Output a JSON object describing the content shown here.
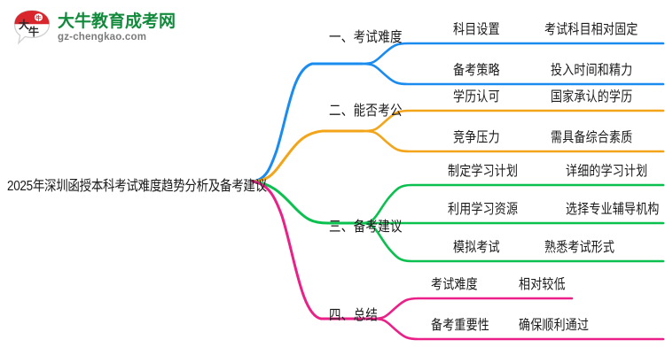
{
  "logo": {
    "icon": "speech-bubble-logo-icon",
    "mark_text": "大牛",
    "title_cn": "大牛教育成考网",
    "title_en": "gz-chengkao.com",
    "color_cn": "#128a3c",
    "color_mark_top": "#d8262c",
    "color_en": "#7b7b7b"
  },
  "mindmap": {
    "root": {
      "label": "2025年深圳函授本科考试难度趋势分析及备考建议"
    },
    "branches": [
      {
        "id": "branch-1",
        "label": "一、考试难度",
        "color": "#1a8cf0",
        "children": [
          {
            "label": "科目设置",
            "detail": "考试科目相对固定"
          },
          {
            "label": "备考策略",
            "detail": "投入时间和精力"
          }
        ]
      },
      {
        "id": "branch-2",
        "label": "二、能否考公",
        "color": "#f2a518",
        "children": [
          {
            "label": "学历认可",
            "detail": "国家承认的学历"
          },
          {
            "label": "竞争压力",
            "detail": "需具备综合素质"
          }
        ]
      },
      {
        "id": "branch-3",
        "label": "三、备考建议",
        "color": "#0ac04f",
        "children": [
          {
            "label": "制定学习计划",
            "detail": "详细的学习计划"
          },
          {
            "label": "利用学习资源",
            "detail": "选择专业辅导机构"
          },
          {
            "label": "模拟考试",
            "detail": "熟悉考试形式"
          }
        ]
      },
      {
        "id": "branch-4",
        "label": "四、总结",
        "color": "#ea1f87",
        "children": [
          {
            "label": "考试难度",
            "detail": "相对较低"
          },
          {
            "label": "备考重要性",
            "detail": "确保顺利通过"
          }
        ]
      }
    ]
  }
}
